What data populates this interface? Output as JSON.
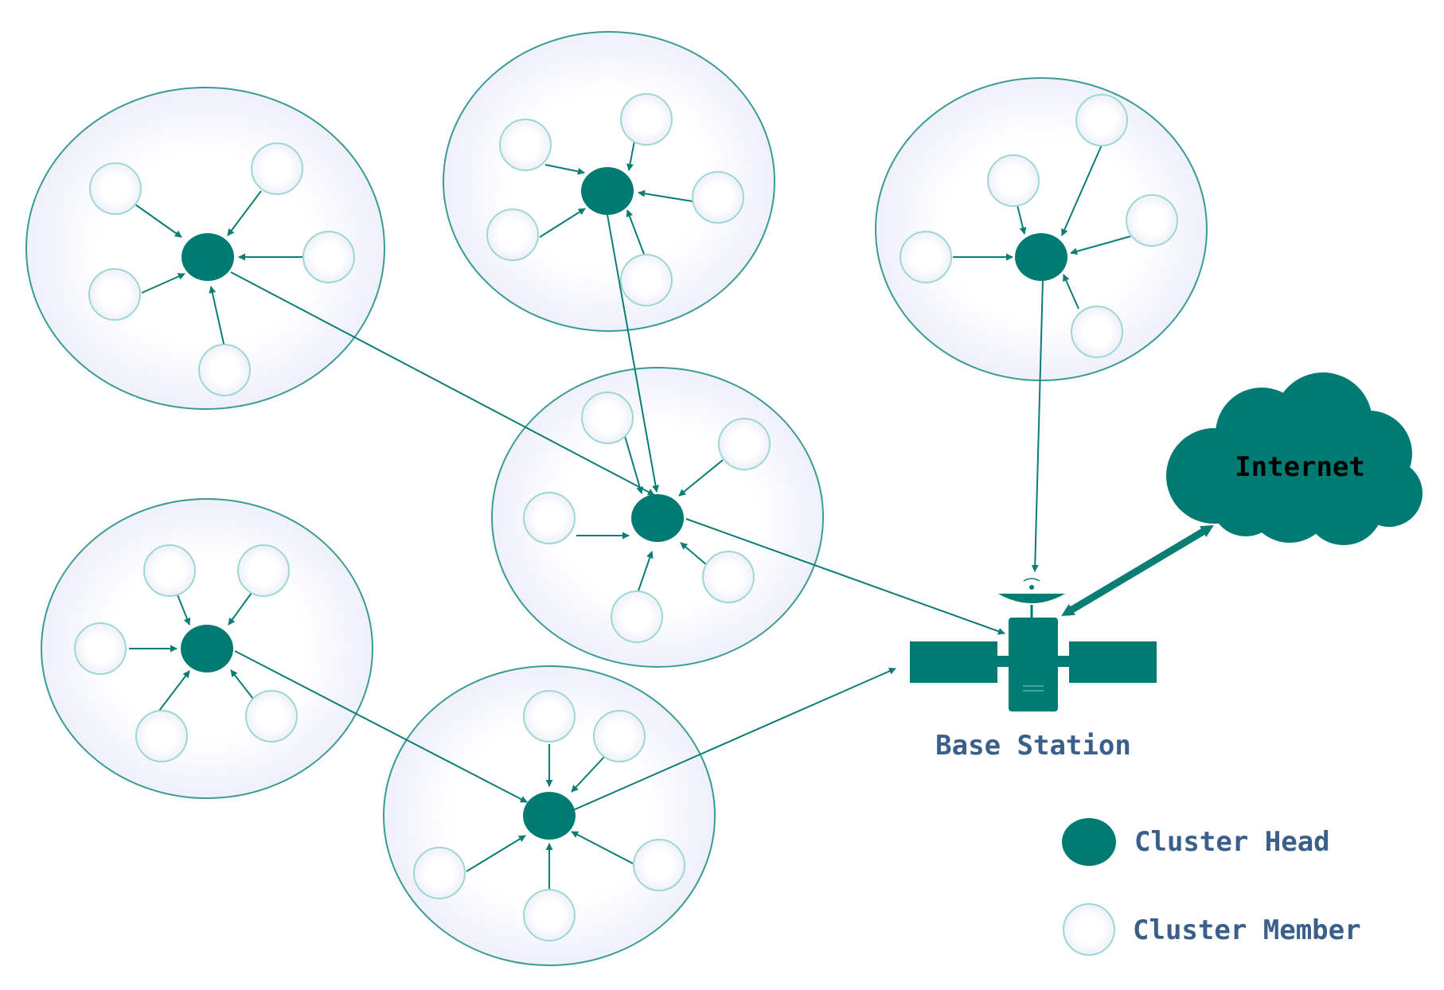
{
  "colors": {
    "head": "#007b73",
    "member_stroke": "#9fd8cf",
    "cluster_stroke": "#3a9c94",
    "arrow": "#0a7d74",
    "station": "#007b73",
    "label": "#3a5f8a",
    "internet_label": "#000000"
  },
  "diagram": {
    "base_station_label": "Base Station",
    "internet_label": "Internet",
    "legend": {
      "head_label": "Cluster Head",
      "member_label": "Cluster Member"
    }
  },
  "icons": {
    "base_station": "satellite-icon",
    "internet": "cloud-icon",
    "cluster_head": "filled-circle",
    "cluster_member": "hollow-circle"
  },
  "links": [
    {
      "from": "cluster-top-left",
      "to": "cluster-middle"
    },
    {
      "from": "cluster-top-center",
      "to": "cluster-middle"
    },
    {
      "from": "cluster-middle",
      "to": "base-station"
    },
    {
      "from": "cluster-top-right",
      "to": "base-station"
    },
    {
      "from": "cluster-bottom-left",
      "to": "cluster-bottom-center"
    },
    {
      "from": "cluster-bottom-center",
      "to": "base-station"
    },
    {
      "from": "base-station",
      "to": "internet",
      "bidirectional": true
    }
  ]
}
